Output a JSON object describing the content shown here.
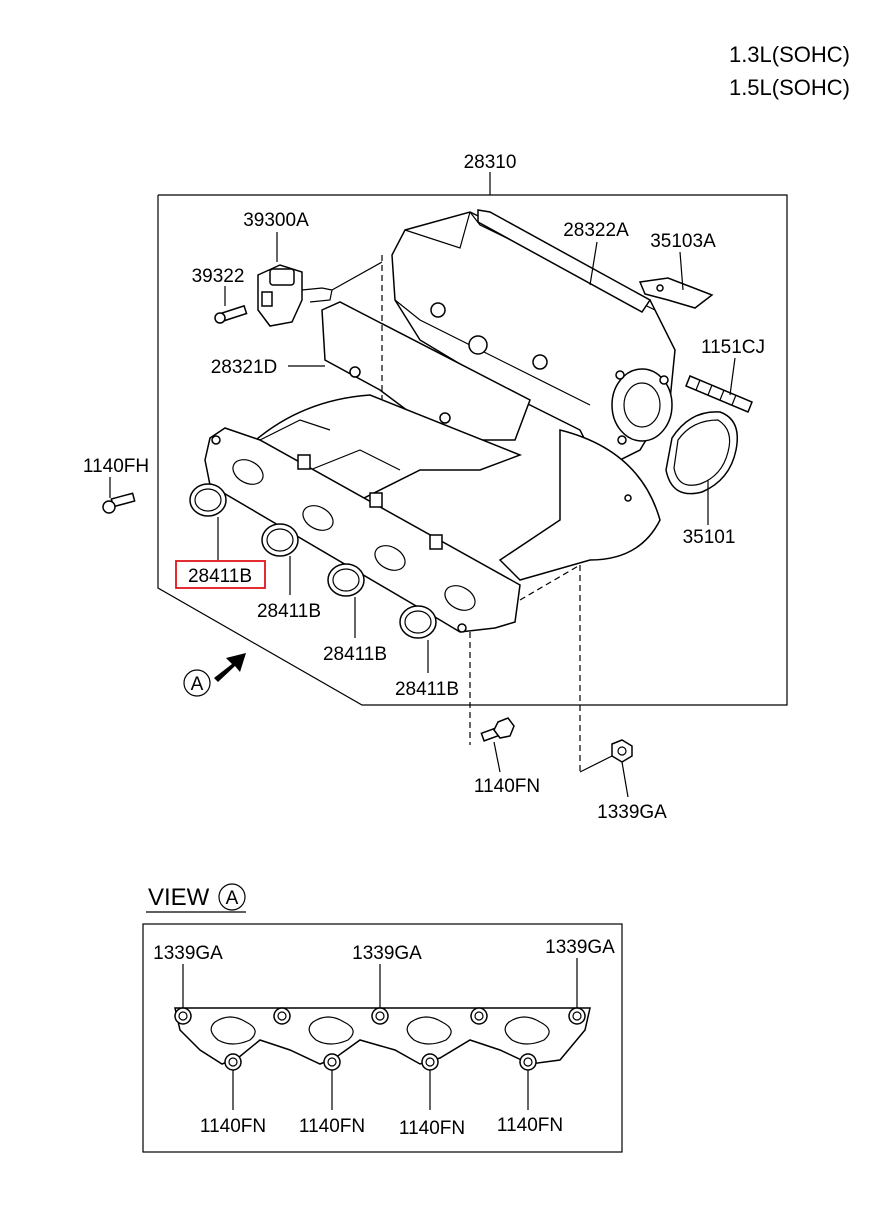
{
  "engine": {
    "line1": "1.3L(SOHC)",
    "line2": "1.5L(SOHC)"
  },
  "labels": {
    "assembly": "28310",
    "sensor": "39300A",
    "sensor_bolt": "39322",
    "plenum_gasket": "28322A",
    "bracket": "35103A",
    "stud": "1151CJ",
    "lower_manifold": "28321D",
    "side_bolt": "1140FH",
    "throttle_gasket": "35101",
    "port_gasket_1": "28411B",
    "port_gasket_2": "28411B",
    "port_gasket_3": "28411B",
    "port_gasket_4": "28411B",
    "bottom_bolt": "1140FN",
    "bottom_nut": "1339GA",
    "view_marker": "A"
  },
  "view": {
    "title": "VIEW",
    "marker": "A",
    "top_labels": [
      "1339GA",
      "1339GA",
      "1339GA"
    ],
    "bottom_labels": [
      "1140FN",
      "1140FN",
      "1140FN",
      "1140FN"
    ]
  },
  "highlight": {
    "part": "28411B",
    "color": "#e0151b"
  }
}
